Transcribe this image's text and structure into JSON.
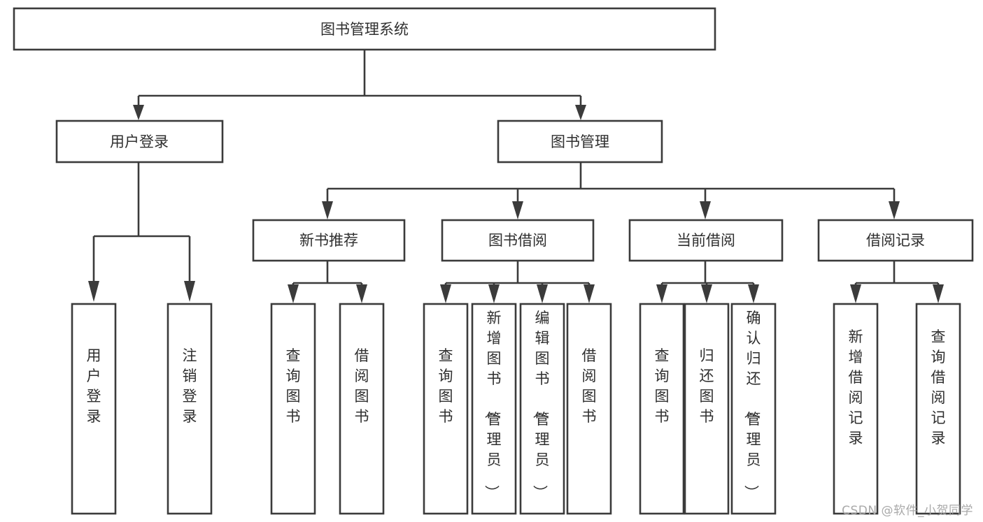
{
  "diagram": {
    "type": "tree",
    "title": "图书管理系统",
    "watermark": "CSDN @软件_小贺同学",
    "colors": {
      "stroke": "#3b3b3b",
      "box_fill": "#ffffff",
      "text": "#2f2f2f",
      "background": "#ffffff",
      "watermark": "#a9a9a9"
    },
    "levels": {
      "root": "图书管理系统",
      "level2": [
        "用户登录",
        "图书管理"
      ],
      "level3": [
        "新书推荐",
        "图书借阅",
        "当前借阅",
        "借阅记录"
      ]
    },
    "nodes": {
      "root": {
        "label": "图书管理系统",
        "orientation": "horizontal"
      },
      "user_login": {
        "label": "用户登录",
        "orientation": "horizontal"
      },
      "book_manage": {
        "label": "图书管理",
        "orientation": "horizontal"
      },
      "new_book_rec": {
        "label": "新书推荐",
        "orientation": "horizontal"
      },
      "book_borrow": {
        "label": "图书借阅",
        "orientation": "horizontal"
      },
      "current_borrow": {
        "label": "当前借阅",
        "orientation": "horizontal"
      },
      "borrow_record": {
        "label": "借阅记录",
        "orientation": "horizontal"
      },
      "leaf_user_login": {
        "label": "用户登录",
        "orientation": "vertical"
      },
      "leaf_user_logout": {
        "label": "注销登录",
        "orientation": "vertical"
      },
      "leaf_rec_query": {
        "label": "查询图书",
        "orientation": "vertical"
      },
      "leaf_rec_borrow": {
        "label": "借阅图书",
        "orientation": "vertical"
      },
      "leaf_borrow_query": {
        "label": "查询图书",
        "orientation": "vertical"
      },
      "leaf_borrow_add": {
        "label": "新增图书（管理员）",
        "orientation": "vertical"
      },
      "leaf_borrow_edit": {
        "label": "编辑图书（管理员）",
        "orientation": "vertical"
      },
      "leaf_borrow_lend": {
        "label": "借阅图书",
        "orientation": "vertical"
      },
      "leaf_cur_query": {
        "label": "查询图书",
        "orientation": "vertical"
      },
      "leaf_cur_return": {
        "label": "归还图书",
        "orientation": "vertical"
      },
      "leaf_cur_confirm": {
        "label": "确认归还（管理员）",
        "orientation": "vertical"
      },
      "leaf_rec_add": {
        "label": "新增借阅记录",
        "orientation": "vertical"
      },
      "leaf_rec_search": {
        "label": "查询借阅记录",
        "orientation": "vertical"
      }
    },
    "edges": [
      {
        "from": "图书管理系统",
        "to": "用户登录"
      },
      {
        "from": "图书管理系统",
        "to": "图书管理"
      },
      {
        "from": "用户登录",
        "to": "用户登录"
      },
      {
        "from": "用户登录",
        "to": "注销登录"
      },
      {
        "from": "图书管理",
        "to": "新书推荐"
      },
      {
        "from": "图书管理",
        "to": "图书借阅"
      },
      {
        "from": "图书管理",
        "to": "当前借阅"
      },
      {
        "from": "图书管理",
        "to": "借阅记录"
      },
      {
        "from": "新书推荐",
        "to": "查询图书"
      },
      {
        "from": "新书推荐",
        "to": "借阅图书"
      },
      {
        "from": "图书借阅",
        "to": "查询图书"
      },
      {
        "from": "图书借阅",
        "to": "新增图书（管理员）"
      },
      {
        "from": "图书借阅",
        "to": "编辑图书（管理员）"
      },
      {
        "from": "图书借阅",
        "to": "借阅图书"
      },
      {
        "from": "当前借阅",
        "to": "查询图书"
      },
      {
        "from": "当前借阅",
        "to": "归还图书"
      },
      {
        "from": "当前借阅",
        "to": "确认归还（管理员）"
      },
      {
        "from": "借阅记录",
        "to": "新增借阅记录"
      },
      {
        "from": "借阅记录",
        "to": "查询借阅记录"
      }
    ]
  }
}
